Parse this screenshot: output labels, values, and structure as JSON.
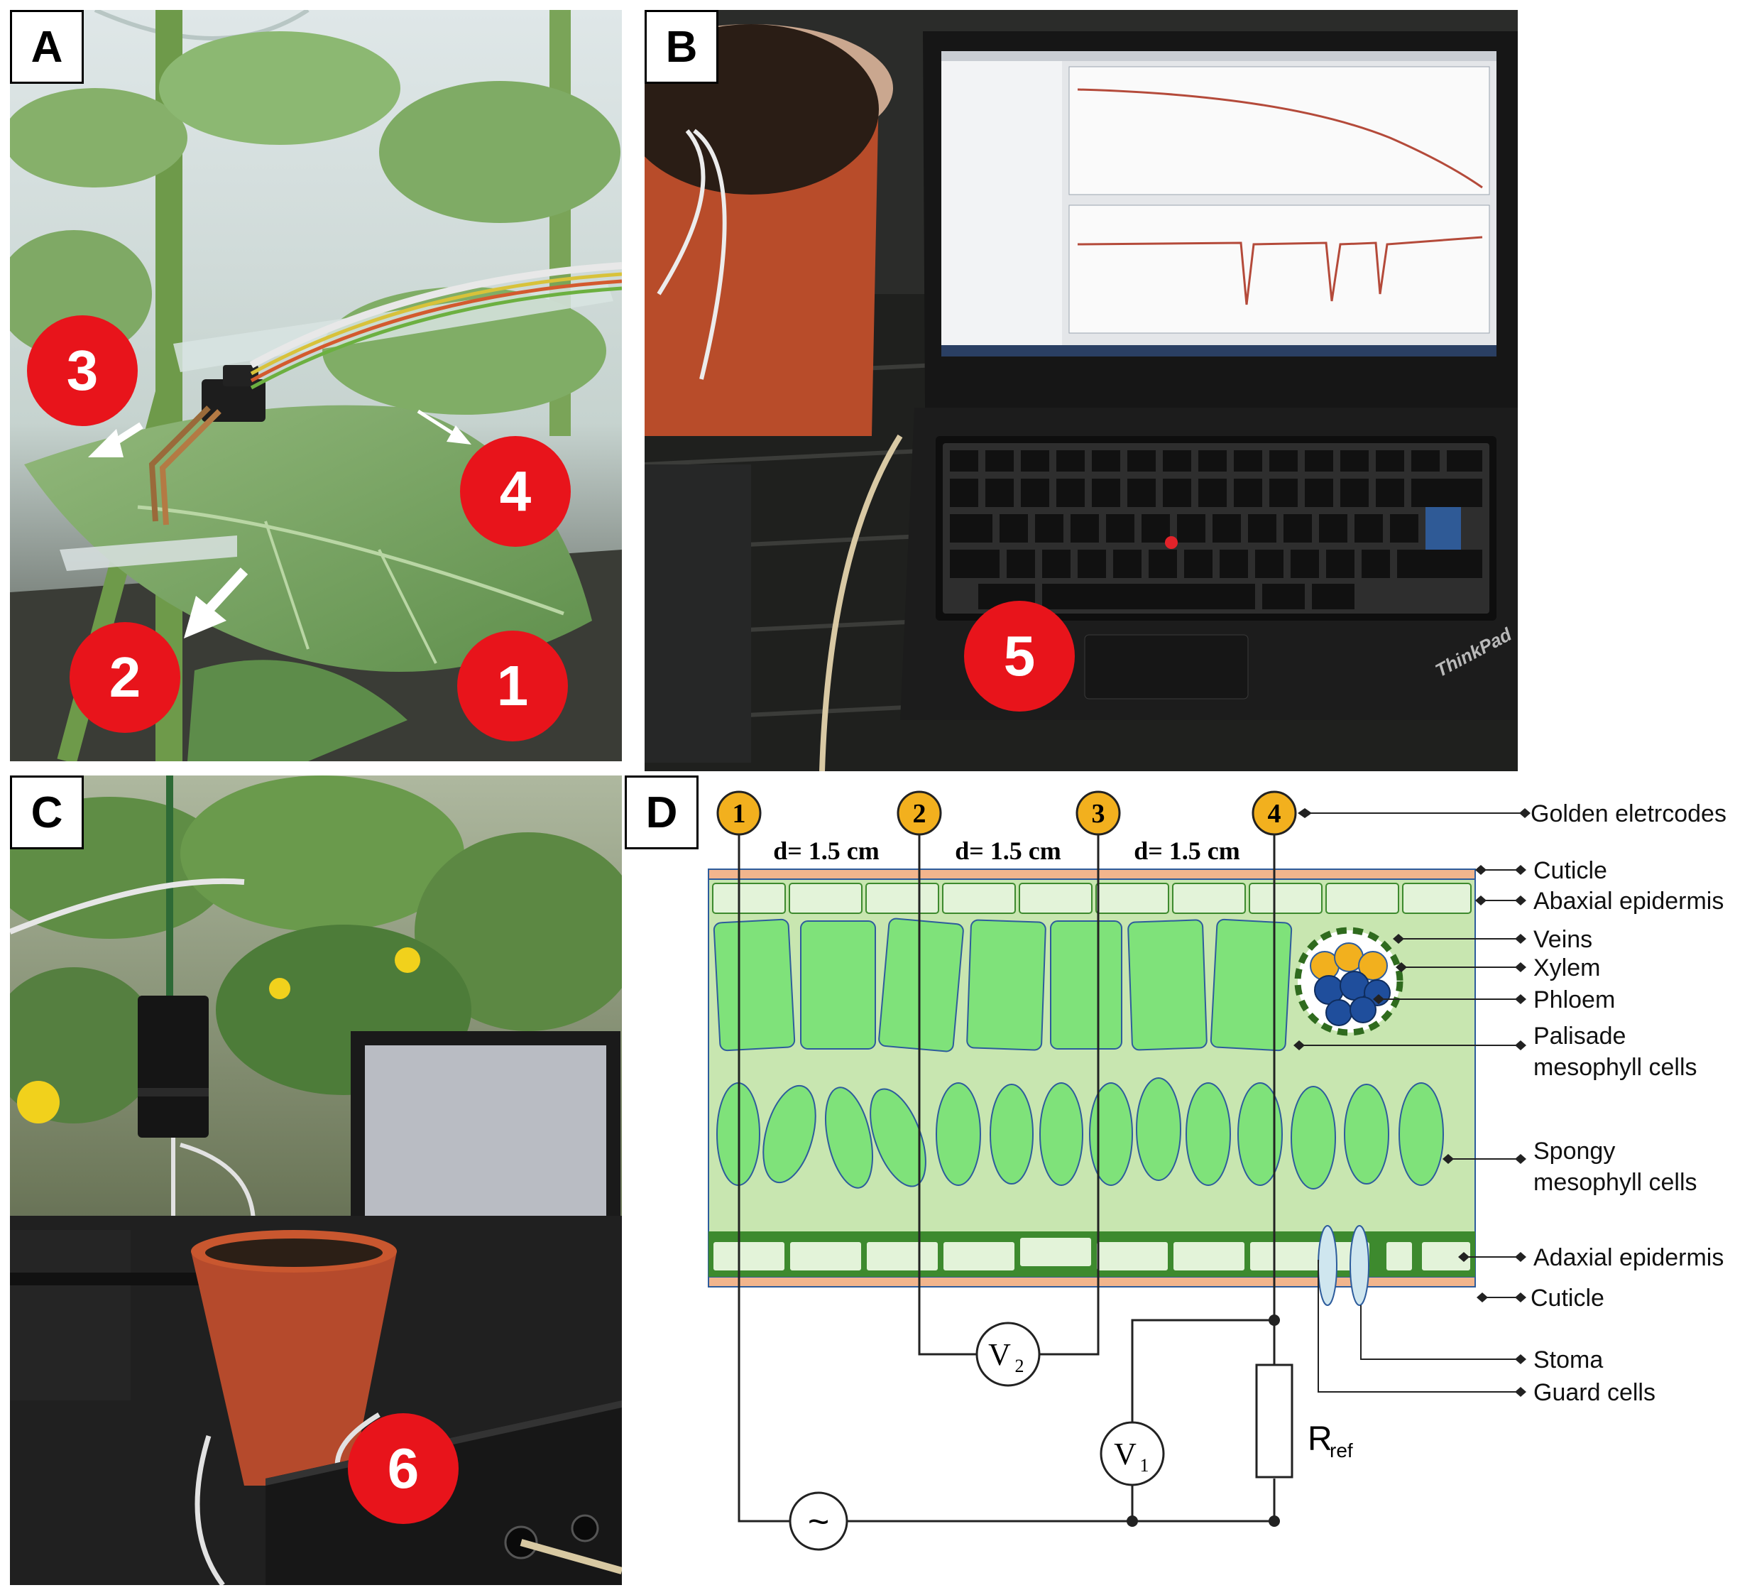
{
  "panels": {
    "a": {
      "tag": "A",
      "badges": [
        "3",
        "4",
        "2",
        "1"
      ]
    },
    "b": {
      "tag": "B",
      "badges": [
        "5"
      ],
      "laptop": {
        "brand": "ThinkPad"
      }
    },
    "c": {
      "tag": "C",
      "badges": [
        "6"
      ]
    },
    "d": {
      "tag": "D"
    }
  },
  "diagram": {
    "electrodes": [
      "1",
      "2",
      "3",
      "4"
    ],
    "distances": [
      "d= 1.5 cm",
      "d= 1.5 cm",
      "d= 1.5 cm"
    ],
    "labels": {
      "golden": "Golden eletrcodes",
      "cuticle_top": "Cuticle",
      "abaxial": "Abaxial epidermis",
      "veins": "Veins",
      "xylem": "Xylem",
      "phloem": "Phloem",
      "palisade_1": "Palisade",
      "palisade_2": "mesophyll cells",
      "spongy_1": "Spongy",
      "spongy_2": "mesophyll cells",
      "adaxial": "Adaxial epidermis",
      "cuticle_bottom": "Cuticle",
      "stoma": "Stoma",
      "guard": "Guard cells"
    },
    "circuit": {
      "v2": "V",
      "v2_sub": "2",
      "v1": "V",
      "v1_sub": "1",
      "rref": "R",
      "rref_sub": "ref",
      "source": "~"
    }
  },
  "colors": {
    "badge_red": "#e8141b",
    "electrode_gold": "#f2b01e",
    "cuticle": "#f2b58d",
    "mesophyll_bg": "#c8e6b0",
    "cell_green": "#7fe27a",
    "epidermis_cell": "#e3f3d9",
    "xylem": "#f2b01e",
    "phloem": "#1f4e9c",
    "veins_ring": "#2f6b1e"
  }
}
